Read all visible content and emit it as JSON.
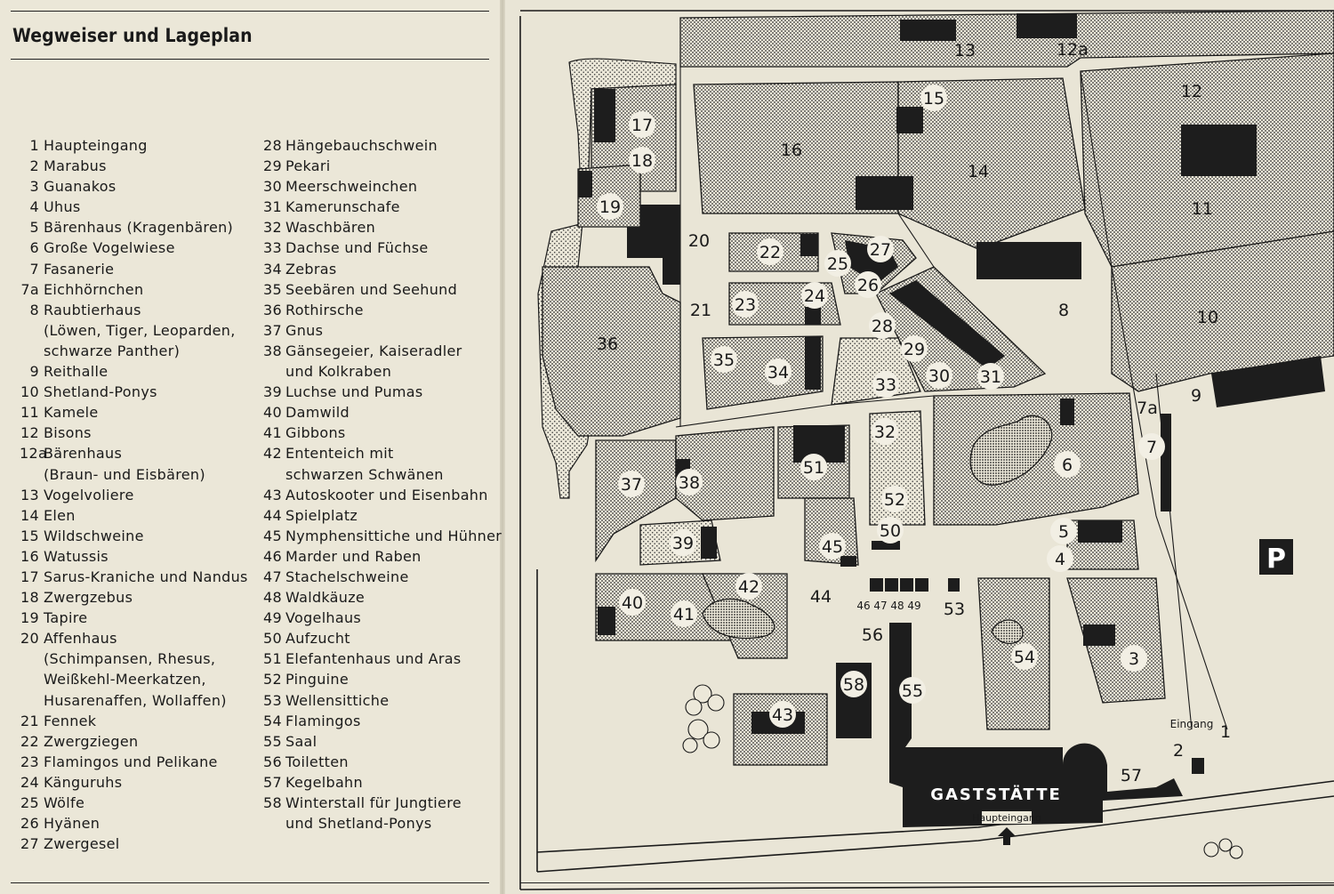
{
  "title": "Wegweiser und Lageplan",
  "legend_left": [
    {
      "num": "1",
      "lines": [
        "Haupteingang"
      ]
    },
    {
      "num": "2",
      "lines": [
        "Marabus"
      ]
    },
    {
      "num": "3",
      "lines": [
        "Guanakos"
      ]
    },
    {
      "num": "4",
      "lines": [
        "Uhus"
      ]
    },
    {
      "num": "5",
      "lines": [
        "Bärenhaus (Kragenbären)"
      ]
    },
    {
      "num": "6",
      "lines": [
        "Große Vogelwiese"
      ]
    },
    {
      "num": "7",
      "lines": [
        "Fasanerie"
      ]
    },
    {
      "num": "7a",
      "lines": [
        "Eichhörnchen"
      ]
    },
    {
      "num": "8",
      "lines": [
        "Raubtierhaus",
        "(Löwen, Tiger, Leoparden,",
        "schwarze Panther)"
      ]
    },
    {
      "num": "9",
      "lines": [
        "Reithalle"
      ]
    },
    {
      "num": "10",
      "lines": [
        "Shetland-Ponys"
      ]
    },
    {
      "num": "11",
      "lines": [
        "Kamele"
      ]
    },
    {
      "num": "12",
      "lines": [
        "Bisons"
      ]
    },
    {
      "num": "12a",
      "lines": [
        "Bärenhaus",
        "(Braun- und Eisbären)"
      ]
    },
    {
      "num": "13",
      "lines": [
        "Vogelvoliere"
      ]
    },
    {
      "num": "14",
      "lines": [
        "Elen"
      ]
    },
    {
      "num": "15",
      "lines": [
        "Wildschweine"
      ]
    },
    {
      "num": "16",
      "lines": [
        "Watussis"
      ]
    },
    {
      "num": "17",
      "lines": [
        "Sarus-Kraniche und Nandus"
      ]
    },
    {
      "num": "18",
      "lines": [
        "Zwergzebus"
      ]
    },
    {
      "num": "19",
      "lines": [
        "Tapire"
      ]
    },
    {
      "num": "20",
      "lines": [
        "Affenhaus",
        "(Schimpansen, Rhesus,",
        "Weißkehl-Meerkatzen,",
        "Husarenaffen, Wollaffen)"
      ]
    },
    {
      "num": "21",
      "lines": [
        "Fennek"
      ]
    },
    {
      "num": "22",
      "lines": [
        "Zwergziegen"
      ]
    },
    {
      "num": "23",
      "lines": [
        "Flamingos und Pelikane"
      ]
    },
    {
      "num": "24",
      "lines": [
        "Känguruhs"
      ]
    },
    {
      "num": "25",
      "lines": [
        "Wölfe"
      ]
    },
    {
      "num": "26",
      "lines": [
        "Hyänen"
      ]
    },
    {
      "num": "27",
      "lines": [
        "Zwergesel"
      ]
    }
  ],
  "legend_right": [
    {
      "num": "28",
      "lines": [
        "Hängebauchschwein"
      ]
    },
    {
      "num": "29",
      "lines": [
        "Pekari"
      ]
    },
    {
      "num": "30",
      "lines": [
        "Meerschweinchen"
      ]
    },
    {
      "num": "31",
      "lines": [
        "Kamerunschafe"
      ]
    },
    {
      "num": "32",
      "lines": [
        "Waschbären"
      ]
    },
    {
      "num": "33",
      "lines": [
        "Dachse und Füchse"
      ]
    },
    {
      "num": "34",
      "lines": [
        "Zebras"
      ]
    },
    {
      "num": "35",
      "lines": [
        "Seebären und Seehund"
      ]
    },
    {
      "num": "36",
      "lines": [
        "Rothirsche"
      ]
    },
    {
      "num": "37",
      "lines": [
        "Gnus"
      ]
    },
    {
      "num": "38",
      "lines": [
        "Gänsegeier, Kaiseradler",
        "und Kolkraben"
      ]
    },
    {
      "num": "39",
      "lines": [
        "Luchse und Pumas"
      ]
    },
    {
      "num": "40",
      "lines": [
        "Damwild"
      ]
    },
    {
      "num": "41",
      "lines": [
        "Gibbons"
      ]
    },
    {
      "num": "42",
      "lines": [
        "Ententeich mit",
        "schwarzen Schwänen"
      ]
    },
    {
      "num": "43",
      "lines": [
        "Autoskooter und Eisenbahn"
      ]
    },
    {
      "num": "44",
      "lines": [
        "Spielplatz"
      ]
    },
    {
      "num": "45",
      "lines": [
        "Nymphensittiche und Hühner"
      ]
    },
    {
      "num": "46",
      "lines": [
        "Marder und Raben"
      ]
    },
    {
      "num": "47",
      "lines": [
        "Stachelschweine"
      ]
    },
    {
      "num": "48",
      "lines": [
        "Waldkäuze"
      ]
    },
    {
      "num": "49",
      "lines": [
        "Vogelhaus"
      ]
    },
    {
      "num": "50",
      "lines": [
        "Aufzucht"
      ]
    },
    {
      "num": "51",
      "lines": [
        "Elefantenhaus und Aras"
      ]
    },
    {
      "num": "52",
      "lines": [
        "Pinguine"
      ]
    },
    {
      "num": "53",
      "lines": [
        "Wellensittiche"
      ]
    },
    {
      "num": "54",
      "lines": [
        "Flamingos"
      ]
    },
    {
      "num": "55",
      "lines": [
        "Saal"
      ]
    },
    {
      "num": "56",
      "lines": [
        "Toiletten"
      ]
    },
    {
      "num": "57",
      "lines": [
        "Kegelbahn"
      ]
    },
    {
      "num": "58",
      "lines": [
        "Winterstall für Jungtiere",
        "und Shetland-Ponys"
      ]
    }
  ],
  "map": {
    "labels": {
      "n1": "1",
      "n2": "2",
      "n3": "3",
      "n4": "4",
      "n5": "5",
      "n6": "6",
      "n7": "7",
      "n7a": "7a",
      "n8": "8",
      "n9": "9",
      "n10": "10",
      "n11": "11",
      "n12": "12",
      "n12a": "12a",
      "n13": "13",
      "n14": "14",
      "n15": "15",
      "n16": "16",
      "n17": "17",
      "n18": "18",
      "n19": "19",
      "n20": "20",
      "n21": "21",
      "n22": "22",
      "n23": "23",
      "n24": "24",
      "n25": "25",
      "n26": "26",
      "n27": "27",
      "n28": "28",
      "n29": "29",
      "n30": "30",
      "n31": "31",
      "n32": "32",
      "n33": "33",
      "n34": "34",
      "n35": "35",
      "n36": "36",
      "n37": "37",
      "n38": "38",
      "n39": "39",
      "n40": "40",
      "n41": "41",
      "n42": "42",
      "n43": "43",
      "n44": "44",
      "n45": "45",
      "n46": "46",
      "n47": "47",
      "n48": "48",
      "n49": "49",
      "n50": "50",
      "n51": "51",
      "n52": "52",
      "n53": "53",
      "n54": "54",
      "n55": "55",
      "n56": "56",
      "n57": "57",
      "n58": "58"
    },
    "restaurant": "GASTSTÄTTE",
    "main_entrance": "Haupteingang",
    "entrance": "Eingang",
    "parking": "P"
  },
  "colors": {
    "paper": "#ebe7d8",
    "ink": "#1a1a1a",
    "building": "#1d1d1d"
  }
}
